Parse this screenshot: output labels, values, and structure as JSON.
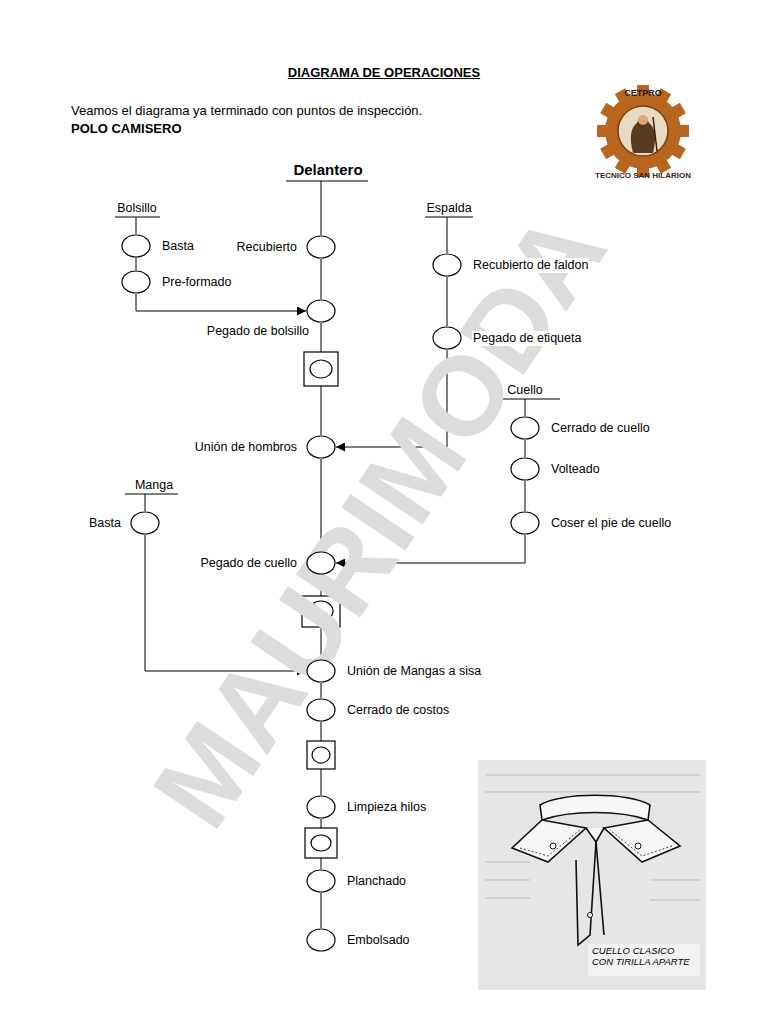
{
  "diagram": {
    "title": "DIAGRAMA DE OPERACIONES",
    "nodes": [
      {
        "text": [
          "Recubierto"
        ]
      },
      {
        "text": [
          "Basta"
        ]
      },
      {
        "text": [
          "Pre-formado"
        ]
      },
      {
        "text": [
          "Recubierto de faldon"
        ]
      },
      {
        "text": [
          "Pegado de bolsillo"
        ]
      },
      {
        "text": [
          "Pegado de etiqueta"
        ]
      },
      {
        "text": [
          "Cerrado de cuello"
        ]
      },
      {
        "text": [
          "Unión de hombros"
        ]
      },
      {
        "text": [
          "Volteado"
        ]
      },
      {
        "text": [
          "Basta"
        ]
      },
      {
        "text": [
          "Coser el pie de cuello"
        ]
      },
      {
        "text": [
          "Pegado de cuello"
        ]
      },
      {
        "text": [
          "Unión de Mangas a sisa"
        ]
      },
      {
        "text": [
          "Cerrado de costos"
        ]
      },
      {
        "text": [
          "Limpieza hilos"
        ]
      },
      {
        "text": [
          "Planchado"
        ]
      },
      {
        "text": [
          "Embolsado"
        ]
      }
    ],
    "edges": [
      {
        "from": 0,
        "to": 4,
        "arrow": "none"
      },
      {
        "from": 1,
        "to": 2,
        "arrow": "none"
      },
      {
        "from": 2,
        "to": 4,
        "arrow": "to"
      },
      {
        "from": 3,
        "to": 5,
        "arrow": "none"
      },
      {
        "from": 5,
        "to": 7,
        "arrow": "to"
      },
      {
        "from": 4,
        "to": 7,
        "arrow": "none"
      },
      {
        "from": 6,
        "to": 8,
        "arrow": "none"
      },
      {
        "from": 8,
        "to": 10,
        "arrow": "none"
      },
      {
        "from": 10,
        "to": 11,
        "arrow": "to"
      },
      {
        "from": 7,
        "to": 11,
        "arrow": "none"
      },
      {
        "from": 9,
        "to": 12,
        "arrow": "to"
      },
      {
        "from": 11,
        "to": 12,
        "arrow": "none"
      },
      {
        "from": 12,
        "to": 13,
        "arrow": "none"
      },
      {
        "from": 13,
        "to": 14,
        "arrow": "none"
      },
      {
        "from": 14,
        "to": 15,
        "arrow": "none"
      },
      {
        "from": 15,
        "to": 16,
        "arrow": "none"
      }
    ],
    "labels": [
      "Veamos el diagrama ya terminado con puntos de inspección.",
      "POLO CAMISERO",
      "CETPRO",
      "TECNICO SAN HILARION",
      "Delantero",
      "Bolsillo",
      "Espalda",
      "Cuello",
      "Manga",
      "MAURIMODA",
      "CUELLO CLASICO CON TIRILLA APARTE"
    ]
  }
}
